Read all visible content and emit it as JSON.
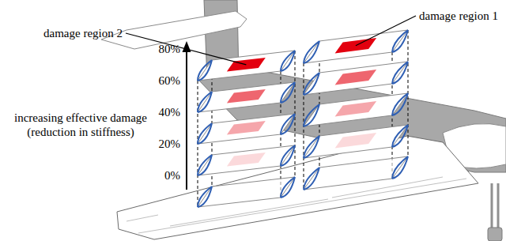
{
  "diagram": {
    "labels": [
      "damage region 1",
      "damage region 2",
      "80%",
      "60%",
      "40%",
      "20%",
      "0%",
      "increasing effective damage (reduction in stiffness)"
    ]
  }
}
